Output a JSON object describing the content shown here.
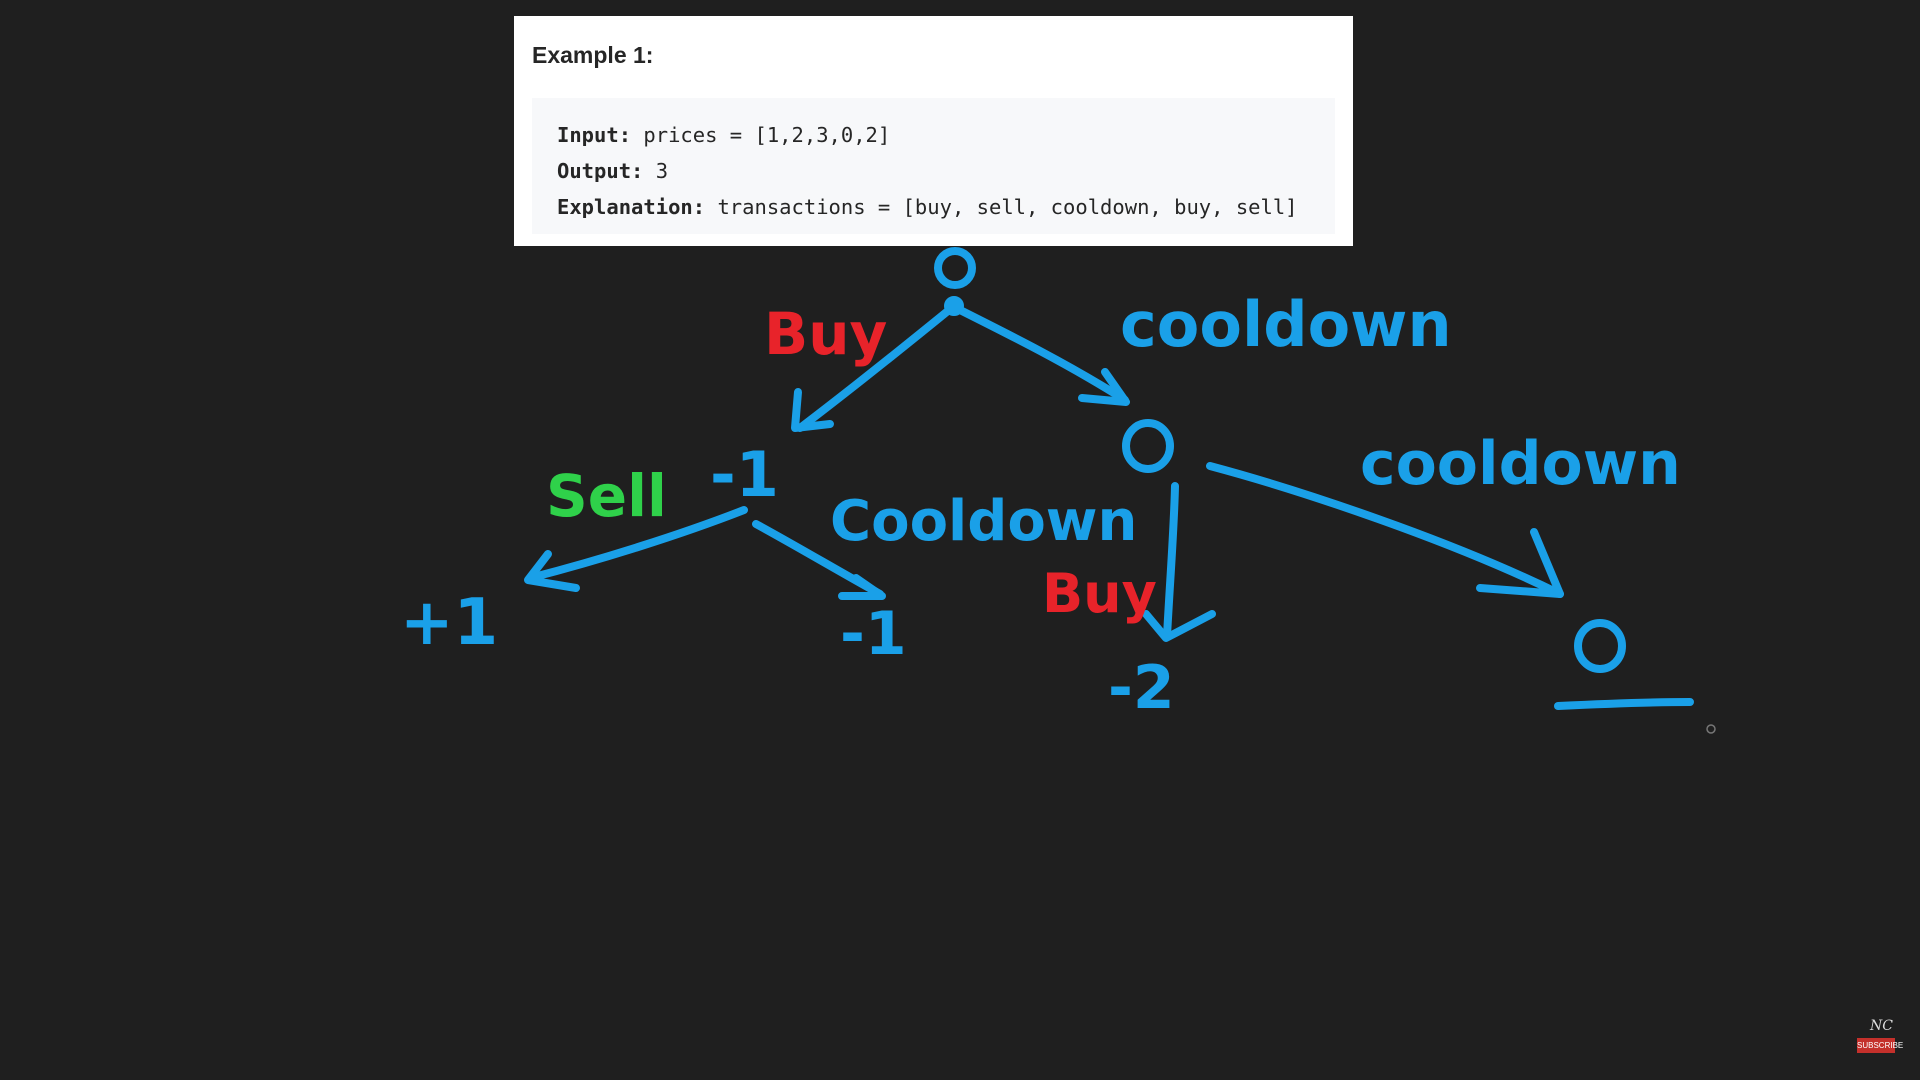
{
  "example": {
    "title": "Example 1:",
    "input_label": "Input:",
    "input_value": " prices = [1,2,3,0,2]",
    "output_label": "Output:",
    "output_value": " 3",
    "explanation_label": "Explanation:",
    "explanation_value": " transactions = [buy, sell, cooldown, buy, sell]"
  },
  "tree": {
    "root_value": "0",
    "buy_label": "Buy",
    "cooldown_label_top": "cooldown",
    "left_node_value": "-1",
    "right_node_value": "0",
    "sell_label": "Sell",
    "cooldown_label_mid": "Cooldown",
    "buy_label_lower": "Buy",
    "cooldown_label_right": "cooldown",
    "leaf_sell_value": "+1",
    "leaf_cooldown_value": "-1",
    "leaf_buy_value": "-2",
    "leaf_cooldown_right_value": "0"
  },
  "colors": {
    "background": "#1f1f1f",
    "ink_blue": "#1aa0e8",
    "ink_red": "#e8232a",
    "ink_green": "#2fd14a"
  },
  "channel": {
    "logo": "NC",
    "subscribe_label": "SUBSCRIBE"
  }
}
